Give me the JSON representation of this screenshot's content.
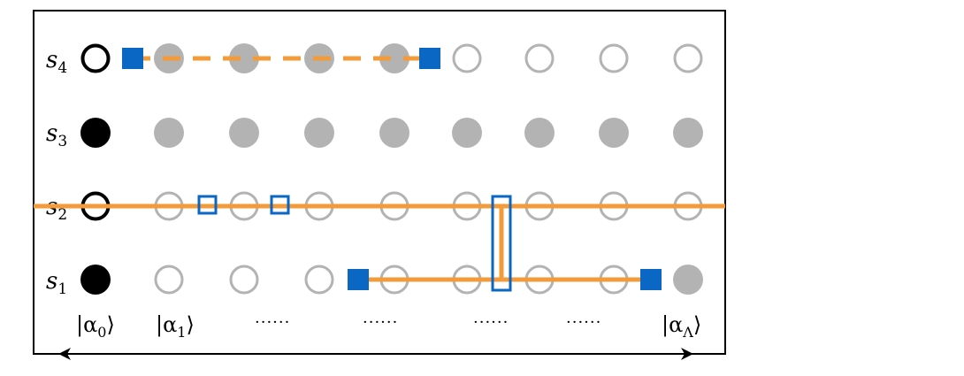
{
  "rows": [
    {
      "var": "s",
      "sub": "4"
    },
    {
      "var": "s",
      "sub": "3"
    },
    {
      "var": "s",
      "sub": "2"
    },
    {
      "var": "s",
      "sub": "1"
    }
  ],
  "basis_labels": [
    {
      "text": "|α",
      "sub": "0",
      "close": "⟩"
    },
    {
      "text": "|α",
      "sub": "1",
      "close": "⟩"
    },
    {
      "text": "|α",
      "sub": "Λ",
      "close": "⟩"
    }
  ],
  "ellipses": [
    "······",
    "······",
    "······",
    "······"
  ],
  "colors": {
    "orange": "#f39a3a",
    "blue": "#0a67c4",
    "gray": "#b3b3b3",
    "black": "#000000"
  },
  "site_states": {
    "s4": [
      "open-black",
      "filled-gray",
      "filled-gray",
      "filled-gray",
      "filled-gray",
      "open-gray",
      "open-gray",
      "open-gray",
      "open-gray"
    ],
    "s3": [
      "filled-black",
      "filled-gray",
      "filled-gray",
      "filled-gray",
      "filled-gray",
      "filled-gray",
      "filled-gray",
      "filled-gray",
      "filled-gray"
    ],
    "s2": [
      "open-black",
      "open-gray",
      "open-gray",
      "open-gray",
      "open-gray",
      "open-gray",
      "open-gray",
      "open-gray",
      "open-gray"
    ],
    "s1": [
      "filled-black",
      "open-gray",
      "open-gray",
      "open-gray",
      "open-gray",
      "open-gray",
      "open-gray",
      "open-gray",
      "filled-gray"
    ]
  }
}
